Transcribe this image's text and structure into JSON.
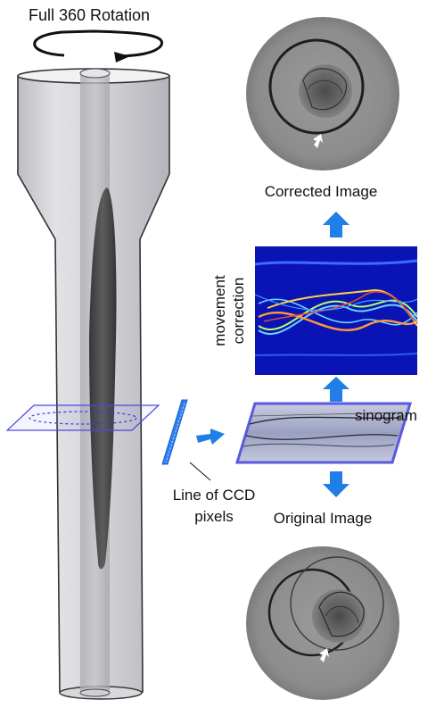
{
  "labels": {
    "rotation": "Full 360 Rotation",
    "corrected": "Corrected Image",
    "movement_line1": "movement",
    "movement_line2": "correction",
    "sinogram": "sinogram",
    "ccd_line1": "Line of CCD",
    "ccd_line2": "pixels",
    "original": "Original Image"
  },
  "colors": {
    "arrow_blue": "#1f7fe6",
    "plane_blue": "#4a4adb",
    "heatmap_bg": "#0a14b4",
    "tube_gray": "#c9c9cd",
    "scan_disc": "#8a8a8a"
  }
}
